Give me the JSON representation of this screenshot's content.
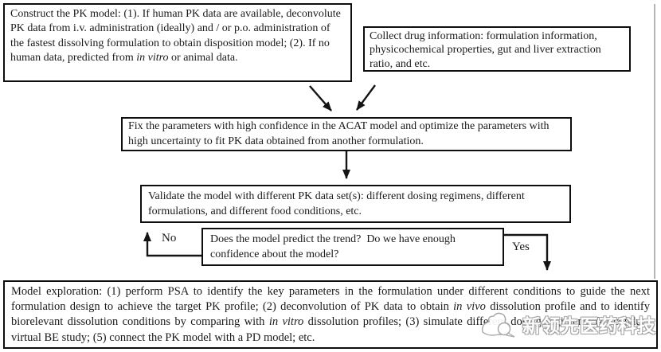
{
  "colors": {
    "background": "#ffffff",
    "box_border": "#0e0e0e",
    "text": "#1a1a1a",
    "connector": "#141414",
    "page_edge_line": "#b5b5b5",
    "watermark_fill": "#ffffff",
    "watermark_outline": "#9c9c9c"
  },
  "flowchart": {
    "boxes": {
      "construct": {
        "segments": [
          {
            "text": "Construct the PK model: (1). If human PK data are available, deconvolute PK data from i.v. administration (ideally) and / or p.o. administration of the fastest dissolving formulation to obtain disposition model; (2). If no human data, predicted from ",
            "style": "normal"
          },
          {
            "text": "in vitro",
            "style": "italic"
          },
          {
            "text": " or animal data.",
            "style": "normal"
          }
        ]
      },
      "collect": {
        "text": "Collect drug information: formulation information, physicochemical properties, gut and liver extraction ratio, and etc."
      },
      "fix": {
        "text": "Fix the parameters with high confidence in the ACAT model and optimize the parameters with high uncertainty to fit PK data obtained from another formulation."
      },
      "validate": {
        "text": "Validate the model with different PK data set(s): different dosing regimens, different formulations, and different food conditions, etc."
      },
      "decision": {
        "text": "Does the model predict the trend?  Do we have enough confidence about the model?"
      },
      "explore": {
        "segments": [
          {
            "text": "Model exploration: (1) perform PSA to identify the key parameters in the formulation under different conditions to guide the next formulation design to achieve the target PK profile; (2) deconvolution of PK data to obtain ",
            "style": "normal"
          },
          {
            "text": "in vivo",
            "style": "italic"
          },
          {
            "text": " dissolution profile and to identify biorelevant dissolution conditions by comparing with ",
            "style": "normal"
          },
          {
            "text": "in vitro",
            "style": "italic"
          },
          {
            "text": " dissolution profiles; (3) simulate different dosing regimens; (4) conduct virtual BE study; (5) connect the PK model with a PD model; etc.",
            "style": "normal"
          }
        ]
      }
    },
    "labels": {
      "no": "No",
      "yes": "Yes"
    },
    "watermark": {
      "text": "新领先医药科技",
      "logo": "bird-logo"
    }
  }
}
